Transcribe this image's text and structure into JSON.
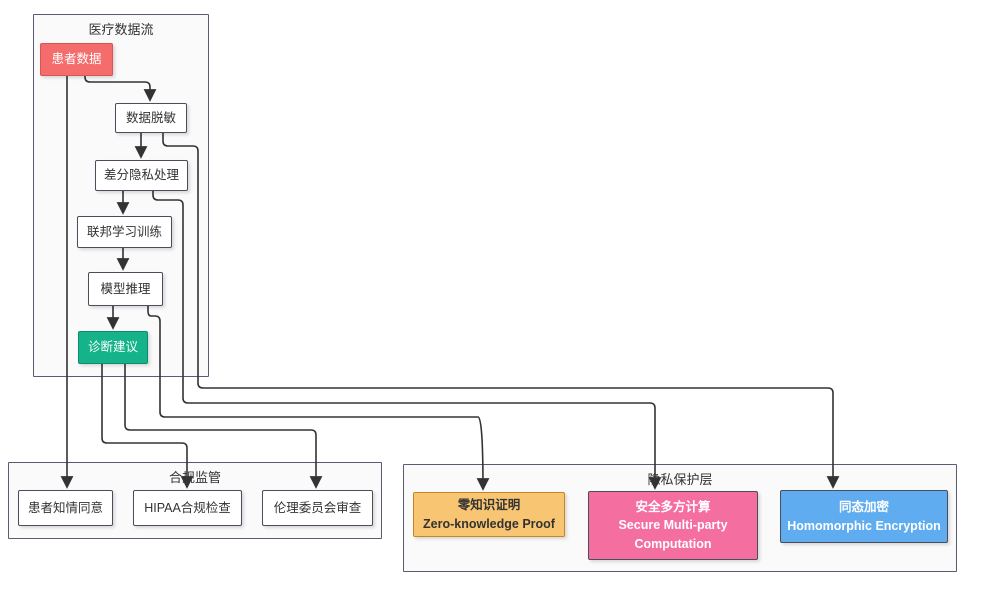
{
  "diagram": {
    "type": "flowchart",
    "colors": {
      "edge": "#333333",
      "container_fill": "#fafafa",
      "container_border": "#5a5a72",
      "node_fill": "#ffffff",
      "node_border": "#4c4c5c",
      "patient_data_fill": "#f56c6c",
      "diagnosis_fill": "#14b38a",
      "zkp_fill": "#f8c572",
      "smpc_fill": "#f46ea0",
      "he_fill": "#5fadf0"
    },
    "containers": {
      "medical_flow": {
        "title": "医疗数据流"
      },
      "compliance": {
        "title": "合规监管"
      },
      "privacy": {
        "title": "隐私保护层"
      }
    },
    "nodes": {
      "patient_data": {
        "label": "患者数据"
      },
      "data_masking": {
        "label": "数据脱敏"
      },
      "differential_privacy": {
        "label": "差分隐私处理"
      },
      "federated_learning": {
        "label": "联邦学习训练"
      },
      "model_inference": {
        "label": "模型推理"
      },
      "diagnosis": {
        "label": "诊断建议"
      },
      "informed_consent": {
        "label": "患者知情同意"
      },
      "hipaa_check": {
        "label": "HIPAA合规检查"
      },
      "ethics_review": {
        "label": "伦理委员会审查"
      },
      "zkp": {
        "label_zh": "零知识证明",
        "label_en": "Zero-knowledge Proof"
      },
      "smpc": {
        "label_zh": "安全多方计算",
        "label_en": "Secure Multi-party Computation"
      },
      "he": {
        "label_zh": "同态加密",
        "label_en": "Homomorphic Encryption"
      }
    },
    "edges": [
      {
        "from": "patient_data",
        "to": "data_masking"
      },
      {
        "from": "patient_data",
        "to": "informed_consent"
      },
      {
        "from": "data_masking",
        "to": "differential_privacy"
      },
      {
        "from": "data_masking",
        "to": "he"
      },
      {
        "from": "differential_privacy",
        "to": "federated_learning"
      },
      {
        "from": "differential_privacy",
        "to": "smpc"
      },
      {
        "from": "federated_learning",
        "to": "model_inference"
      },
      {
        "from": "model_inference",
        "to": "diagnosis"
      },
      {
        "from": "model_inference",
        "to": "zkp"
      },
      {
        "from": "diagnosis",
        "to": "hipaa_check"
      },
      {
        "from": "diagnosis",
        "to": "ethics_review"
      }
    ]
  }
}
